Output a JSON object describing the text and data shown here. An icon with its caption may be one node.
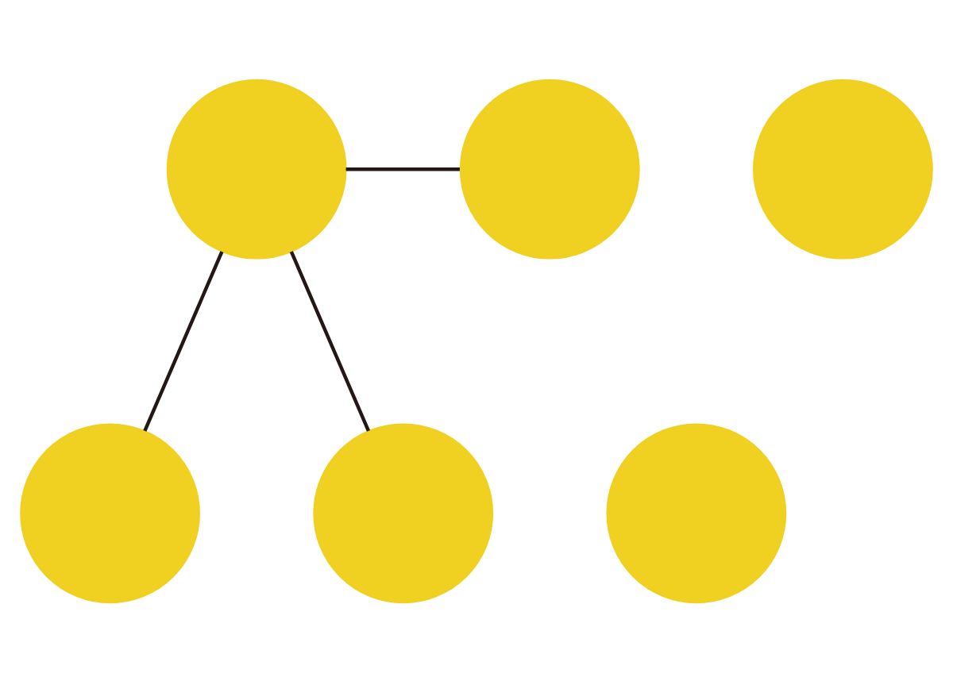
{
  "diagram": {
    "nodes": [
      {
        "text": [],
        "shape": "circle"
      },
      {
        "text": [],
        "shape": "circle"
      },
      {
        "text": [],
        "shape": "circle"
      },
      {
        "text": [],
        "shape": "circle"
      },
      {
        "text": [],
        "shape": "circle"
      },
      {
        "text": [],
        "shape": "circle"
      }
    ],
    "edges": [
      {
        "from": 0,
        "to": 1,
        "arrow": "none"
      },
      {
        "from": 0,
        "to": 3,
        "arrow": "none"
      },
      {
        "from": 0,
        "to": 5,
        "arrow": "none"
      }
    ]
  }
}
